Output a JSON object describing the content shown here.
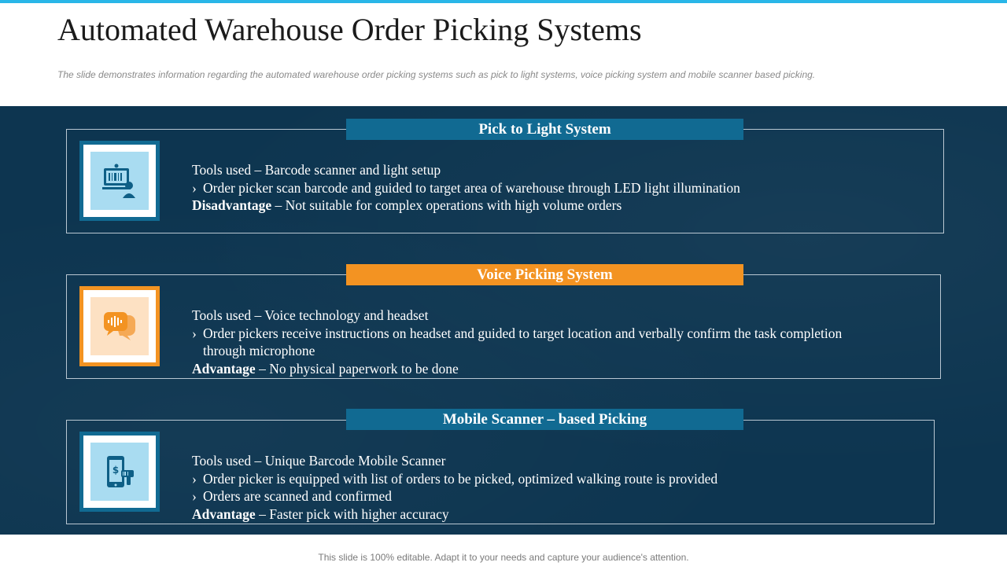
{
  "title": "Automated Warehouse Order Picking Systems",
  "subtitle": "The slide demonstrates information regarding the automated warehouse  order picking systems such as pick to light systems, voice picking system and mobile scanner based picking.",
  "bullet_mark": "›",
  "sections": [
    {
      "header": "Pick to Light System",
      "icon": "barcode-scanner-monitor-icon",
      "tools": "Tools used – Barcode scanner and light setup",
      "bullets": [
        "Order picker scan barcode and guided to target area of warehouse through LED light illumination"
      ],
      "note_label": "Disadvantage",
      "note_text": " – Not suitable for complex operations with high volume orders"
    },
    {
      "header": "Voice Picking System",
      "icon": "voice-chat-bubble-icon",
      "tools": "Tools used – Voice technology and headset",
      "bullets": [
        "Order pickers receive instructions on headset and guided to target location and verbally confirm the task completion through microphone"
      ],
      "note_label": "Advantage",
      "note_text": " – No physical paperwork to be done"
    },
    {
      "header": "Mobile Scanner – based Picking",
      "icon": "mobile-scanner-icon",
      "tools": "Tools used – Unique Barcode Mobile Scanner",
      "bullets": [
        "Order picker is equipped with list of orders to be picked, optimized walking route is provided",
        "Orders are scanned and confirmed"
      ],
      "note_label": "Advantage",
      "note_text": " – Faster pick with higher accuracy"
    }
  ],
  "footer": "This slide is 100% editable. Adapt it to your needs and capture your audience's attention.",
  "colors": {
    "accent_blue": "#116a92",
    "accent_orange": "#f39322",
    "panel": "#0d3550",
    "top_bar": "#29b6e8"
  }
}
